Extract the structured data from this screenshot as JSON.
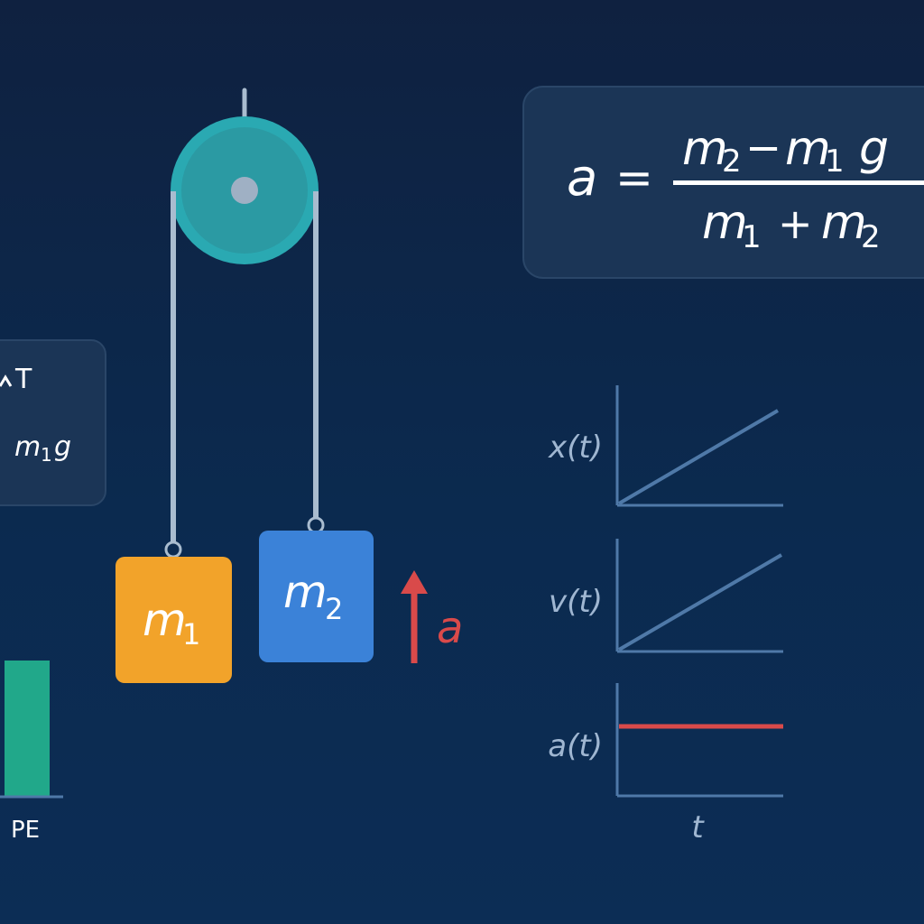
{
  "colors": {
    "background_top": "#0f2140",
    "background_bottom": "#0c2d55",
    "pulley": "#2aa9b2",
    "pulley_inner": "#2b9aa3",
    "rope": "#a9bccf",
    "mass1": "#f2a32a",
    "mass2": "#3b82d8",
    "accel_arrow": "#d94a4a",
    "graph_axis": "#4f79a8",
    "graph_line": "#4f79a8",
    "graph_const": "#d94a4a",
    "bar": "#21a88a",
    "panel_fill": "#1b3556",
    "panel_border": "#2a4668",
    "label_text": "#9fb6d1"
  },
  "masses": {
    "m1": {
      "base": "m",
      "sub": "1"
    },
    "m2": {
      "base": "m",
      "sub": "2"
    }
  },
  "accel_label": "a",
  "formula": {
    "lhs": "a",
    "equals": "=",
    "numerator": {
      "m2": "m",
      "m2_sub": "2",
      "minus": "−",
      "m1": "m",
      "m1_sub": "1",
      "g": "g"
    },
    "denominator": {
      "m1": "m",
      "m1_sub": "1",
      "plus": "+",
      "m2": "m",
      "m2_sub": "2"
    }
  },
  "fbd": {
    "tension": "T",
    "weight": {
      "base": "m",
      "sub": "1",
      "g": "g"
    }
  },
  "energy_bar": {
    "label": "PE"
  },
  "graphs": [
    {
      "label": "x(t)",
      "kind": "linear"
    },
    {
      "label": "v(t)",
      "kind": "linear"
    },
    {
      "label": "a(t)",
      "kind": "constant"
    }
  ],
  "time_axis_label": "t"
}
